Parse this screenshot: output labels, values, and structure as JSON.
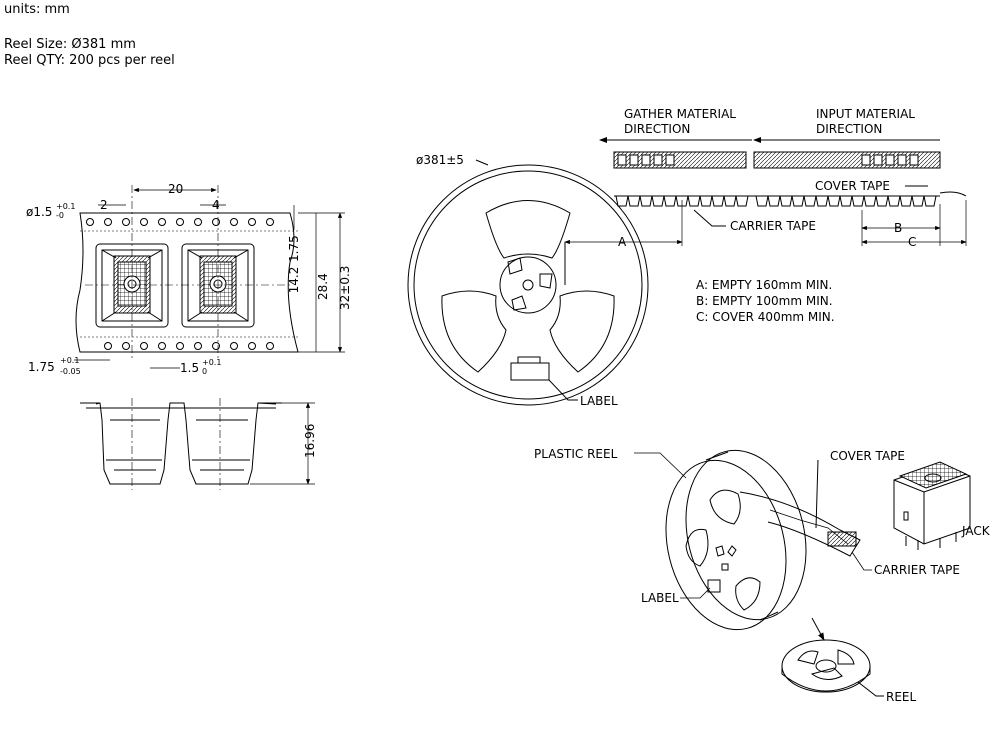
{
  "header": {
    "units": "units: mm",
    "reel_size": "Reel Size: Ø381 mm",
    "reel_qty": "Reel QTY: 200 pcs per reel"
  },
  "tape_dims": {
    "pitch": "20",
    "hole_pitch_2": "2",
    "hole_pitch_4": "4",
    "hole_dia": "ø1.5",
    "hole_dia_tol_up": "+0.1",
    "hole_dia_tol_dn": "-0",
    "edge": "1.75",
    "edge_tol_up": "+0.1",
    "edge_tol_dn": "-0.05",
    "hole_dia2": "1.5",
    "hole_dia2_tol_up": "+0.1",
    "hole_dia2_tol_dn": "0",
    "v1": "1.75",
    "v2": "14.2",
    "v3": "28.4",
    "width": "32±0.3",
    "height": "16.96"
  },
  "reel_diagram": {
    "reel_dia": "ø381±5",
    "gather": "GATHER MATERIAL",
    "gather2": "DIRECTION",
    "input": "INPUT MATERIAL",
    "input2": "DIRECTION",
    "cover_tape": "COVER TAPE",
    "carrier_tape": "CARRIER TAPE",
    "dim_a": "A",
    "dim_b": "B",
    "dim_c": "C",
    "label": "LABEL",
    "note_a": "A:  EMPTY 160mm  MIN.",
    "note_b": "B:  EMPTY 100mm  MIN.",
    "note_c": "C:  COVER 400mm  MIN."
  },
  "iso_diagram": {
    "plastic_reel": "PLASTIC REEL",
    "cover_tape": "COVER TAPE",
    "jack": "JACK",
    "carrier_tape": "CARRIER TAPE",
    "label": "LABEL",
    "reel": "REEL"
  }
}
